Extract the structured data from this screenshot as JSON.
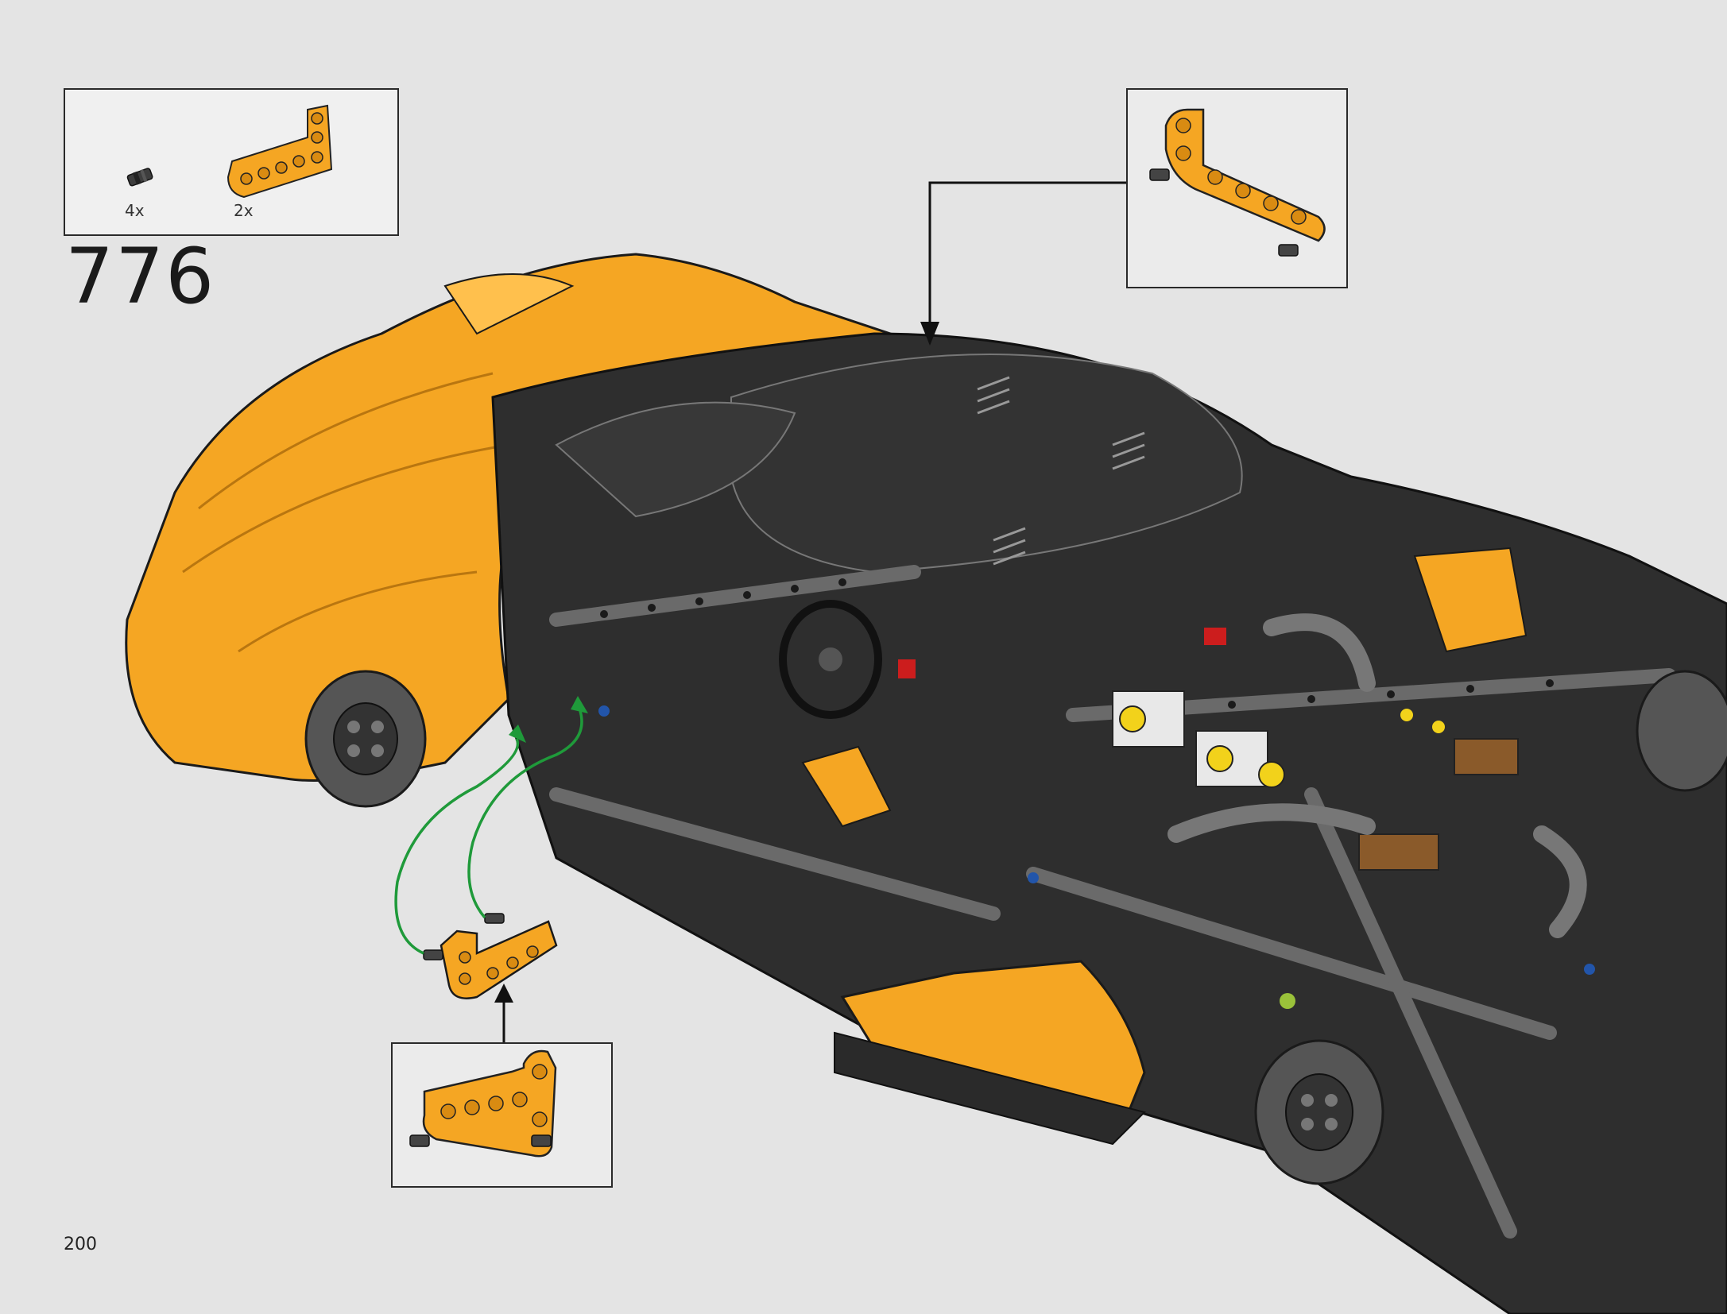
{
  "step": {
    "number": "776"
  },
  "parts_list": [
    {
      "name": "axle-pin-dark-gray",
      "quantity": "4x"
    },
    {
      "name": "l-beam-orange",
      "quantity": "2x"
    }
  ],
  "page": {
    "number": "200"
  },
  "colors": {
    "background": "#e4e4e4",
    "body_orange": "#f5a623",
    "body_dark": "#2b2b2b",
    "frame_gray": "#5a5a5a",
    "arrow_green": "#1f9a3a",
    "arrow_black": "#111111"
  }
}
